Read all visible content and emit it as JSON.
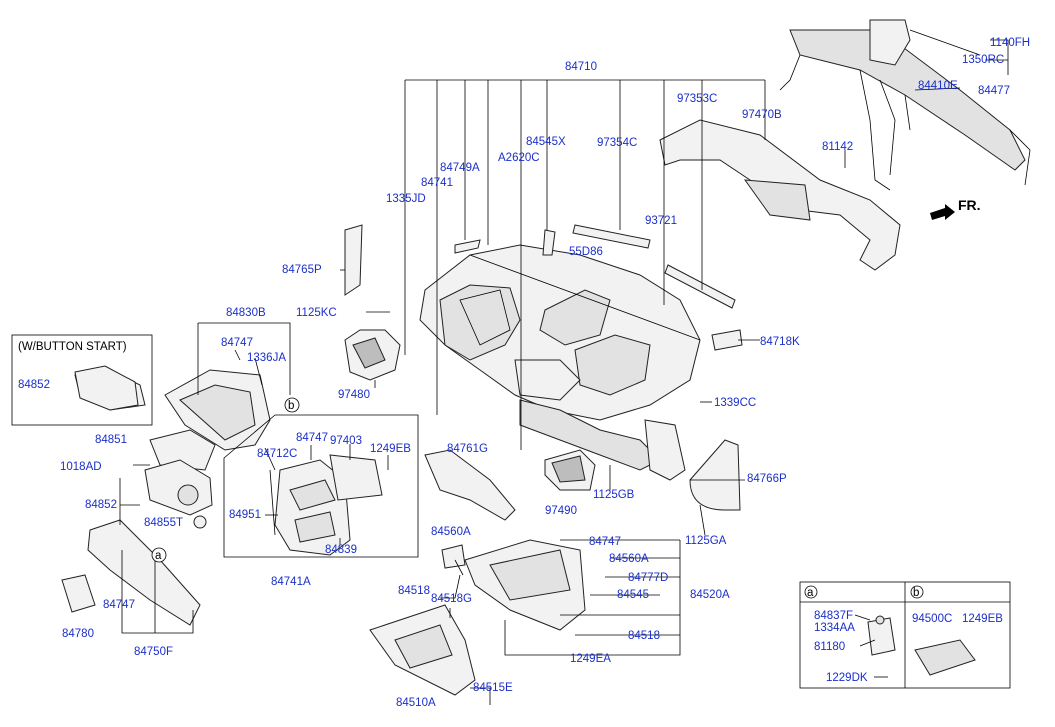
{
  "variant_box": {
    "title": "(W/BUTTON START)",
    "part": "84852"
  },
  "direction": "FR.",
  "legend": {
    "a": {
      "marker": "a",
      "parts": [
        "84837F",
        "1334AA",
        "81180",
        "1229DK"
      ]
    },
    "b": {
      "marker": "b",
      "parts": [
        "94500C",
        "1249EB"
      ]
    }
  },
  "callout_markers": {
    "a": "a",
    "b": "b"
  },
  "labels": {
    "p84710": "84710",
    "p97353C": "97353C",
    "p97470B": "97470B",
    "p84545X": "84545X",
    "pA2620C": "A2620C",
    "p97354C": "97354C",
    "p84749A": "84749A",
    "p84741": "84741",
    "p1335JD": "1335JD",
    "p93721": "93721",
    "p55D86": "55D86",
    "p84765P": "84765P",
    "p1125KC": "1125KC",
    "p97480": "97480",
    "p84718K": "84718K",
    "p1339CC": "1339CC",
    "p84766P": "84766P",
    "p1125GB": "1125GB",
    "p97490": "97490",
    "p1125GA": "1125GA",
    "p84761G": "84761G",
    "p84830B": "84830B",
    "p84747a": "84747",
    "p1336JA": "1336JA",
    "p84851": "84851",
    "p1018AD": "1018AD",
    "p84852": "84852",
    "p84855T": "84855T",
    "p84747b": "84747",
    "p84712C": "84712C",
    "p97403": "97403",
    "p1249EB": "1249EB",
    "p84951": "84951",
    "p84839": "84839",
    "p84741A": "84741A",
    "p84747c": "84747",
    "p84780": "84780",
    "p84750F": "84750F",
    "p84560A": "84560A",
    "p84747d": "84747",
    "p84560Ab": "84560A",
    "p84777D": "84777D",
    "p84518": "84518",
    "p84518G": "84518G",
    "p84545": "84545",
    "p84520A": "84520A",
    "p84518b": "84518",
    "p1249EA": "1249EA",
    "p84515E": "84515E",
    "p84510A": "84510A",
    "p1140FH": "1140FH",
    "p1350RC": "1350RC",
    "p84410E": "84410E",
    "p84477": "84477",
    "p81142": "81142"
  }
}
